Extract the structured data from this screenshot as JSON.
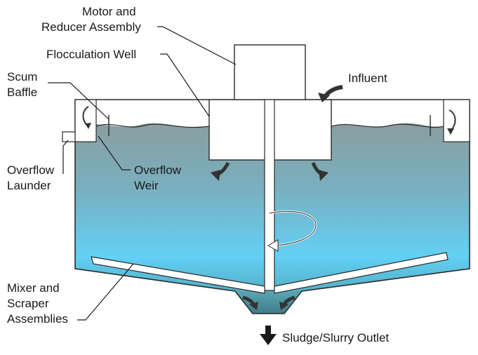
{
  "labels": {
    "motor_line1": "Motor and",
    "motor_line2": "Reducer Assembly",
    "flocculation_well": "Flocculation Well",
    "scum_line1": "Scum",
    "scum_line2": "Baffle",
    "influent": "Influent",
    "overflow_launder_line1": "Overflow",
    "overflow_launder_line2": "Launder",
    "overflow_weir_line1": "Overflow",
    "overflow_weir_line2": "Weir",
    "mixer_line1": "Mixer and",
    "mixer_line2": "Scraper",
    "mixer_line3": "Assemblies",
    "sludge_outlet": "Sludge/Slurry Outlet"
  },
  "colors": {
    "water_top": "#8a9ea0",
    "water_mid": "#6fb5cc",
    "water_bright": "#62d0f5",
    "water_bottom": "#5aa5b5",
    "outline": "#2a2a2a",
    "arrow_fill": "#333333"
  },
  "icons": [
    "flow-arrow-icon",
    "rotation-arrow-icon",
    "down-arrow-icon"
  ]
}
